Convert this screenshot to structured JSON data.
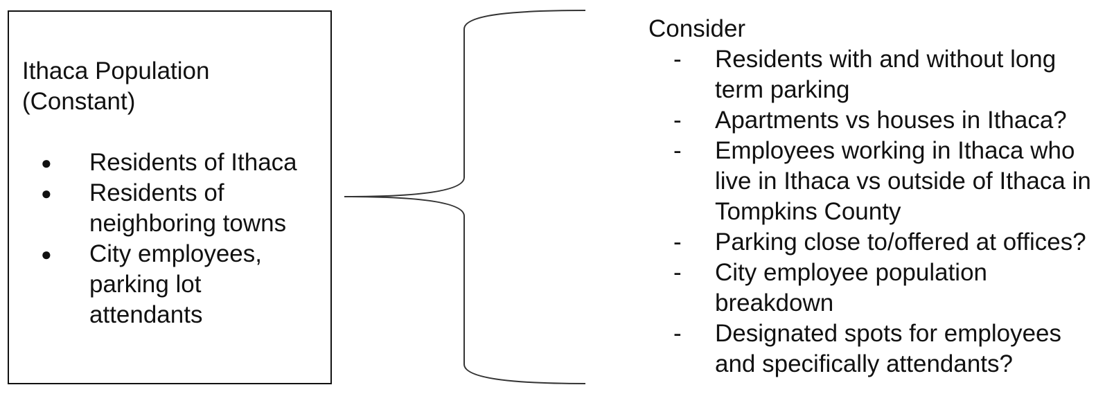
{
  "population": {
    "title_line1": "Ithaca Population",
    "title_line2": "(Constant)",
    "bullet_symbol": "●",
    "items": [
      {
        "lines": [
          "Residents of Ithaca"
        ]
      },
      {
        "lines": [
          "Residents of",
          "neighboring towns"
        ]
      },
      {
        "lines": [
          "City employees,",
          "parking lot",
          "attendants"
        ]
      }
    ]
  },
  "consider": {
    "title": "Consider",
    "dash_symbol": "-",
    "items": [
      {
        "lines": [
          "Residents with and without long",
          "term parking"
        ]
      },
      {
        "lines": [
          "Apartments vs houses in Ithaca?"
        ]
      },
      {
        "lines": [
          "Employees working in Ithaca who",
          "live in Ithaca vs outside of Ithaca in",
          "Tompkins County"
        ]
      },
      {
        "lines": [
          "Parking close to/offered at offices?"
        ]
      },
      {
        "lines": [
          "City employee population",
          "breakdown"
        ]
      },
      {
        "lines": [
          "Designated spots for employees",
          "and specifically attendants?"
        ]
      }
    ]
  },
  "colors": {
    "text": "#111111",
    "line": "#333333",
    "background": "#ffffff"
  }
}
